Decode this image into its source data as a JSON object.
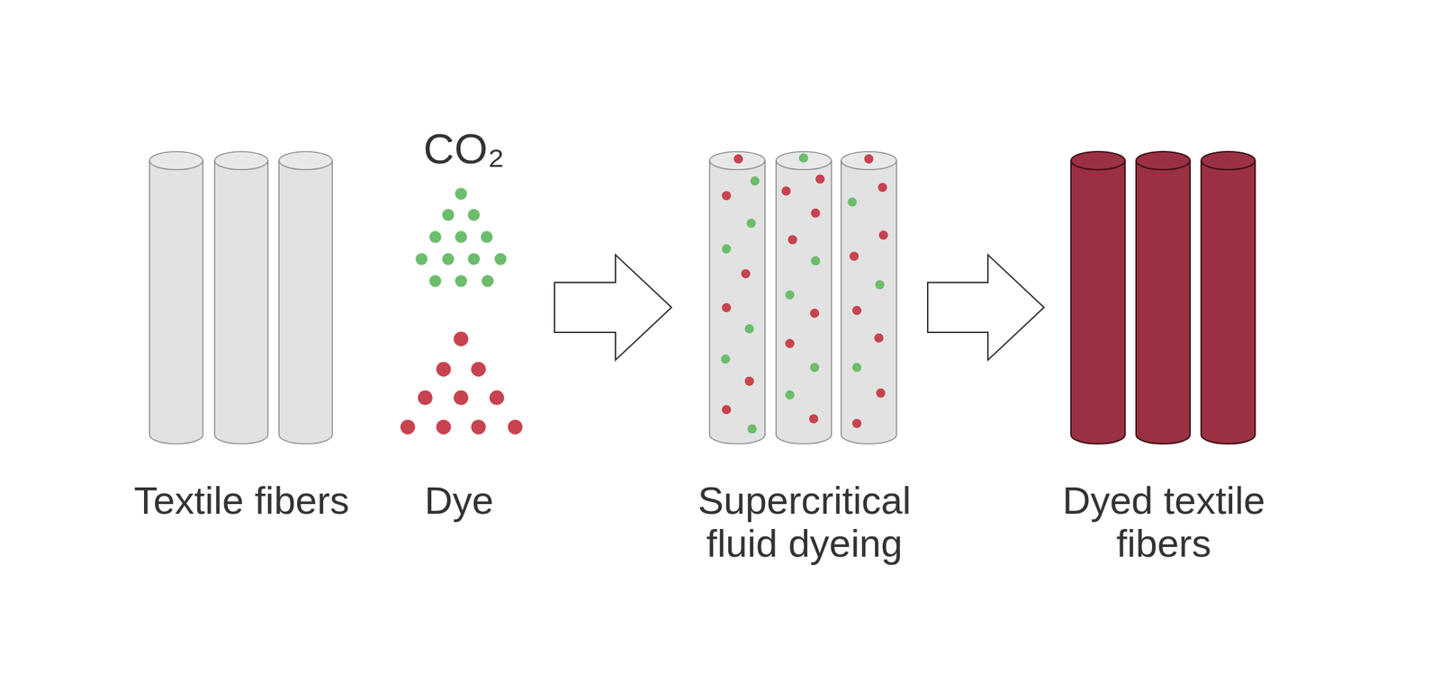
{
  "diagram": {
    "nodes": [
      {
        "text": [
          "Textile fibers"
        ]
      },
      {
        "text": [
          "CO₂",
          "Dye"
        ]
      },
      {
        "text": [
          "Supercritical fluid dyeing"
        ]
      },
      {
        "text": [
          "Dyed textile fibers"
        ]
      }
    ],
    "edges": [
      {
        "from": 1,
        "to": 2,
        "arrow": "to"
      },
      {
        "from": 2,
        "to": 3,
        "arrow": "to"
      }
    ]
  }
}
